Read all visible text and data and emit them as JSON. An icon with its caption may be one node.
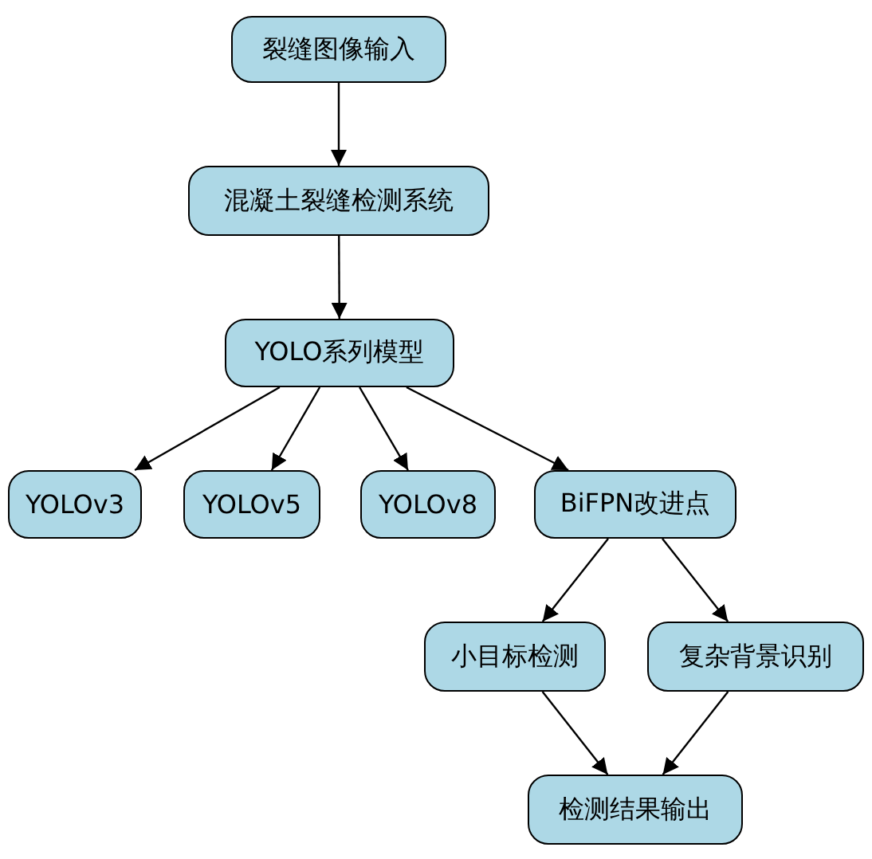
{
  "diagram": {
    "nodes": [
      {
        "text": [
          "裂缝图像输入"
        ]
      },
      {
        "text": [
          "混凝土裂缝检测系统"
        ]
      },
      {
        "text": [
          "YOLO系列模型"
        ]
      },
      {
        "text": [
          "YOLOv3"
        ]
      },
      {
        "text": [
          "YOLOv5"
        ]
      },
      {
        "text": [
          "YOLOv8"
        ]
      },
      {
        "text": [
          "BiFPN改进点"
        ]
      },
      {
        "text": [
          "小目标检测"
        ]
      },
      {
        "text": [
          "复杂背景识别"
        ]
      },
      {
        "text": [
          "检测结果输出"
        ]
      }
    ],
    "edges": [
      {
        "from": 0,
        "to": 1,
        "arrow": "to"
      },
      {
        "from": 1,
        "to": 2,
        "arrow": "to"
      },
      {
        "from": 2,
        "to": 3,
        "arrow": "to"
      },
      {
        "from": 2,
        "to": 4,
        "arrow": "to"
      },
      {
        "from": 2,
        "to": 5,
        "arrow": "to"
      },
      {
        "from": 2,
        "to": 6,
        "arrow": "to"
      },
      {
        "from": 6,
        "to": 7,
        "arrow": "to"
      },
      {
        "from": 6,
        "to": 8,
        "arrow": "to"
      },
      {
        "from": 7,
        "to": 9,
        "arrow": "to"
      },
      {
        "from": 8,
        "to": 9,
        "arrow": "to"
      }
    ]
  }
}
